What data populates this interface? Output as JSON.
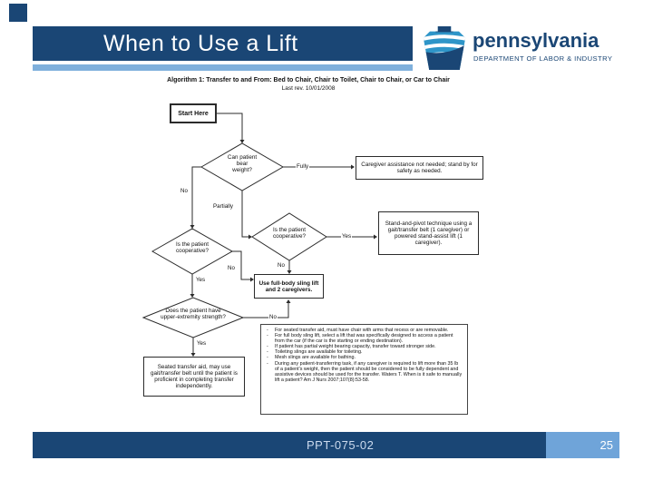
{
  "slide": {
    "title": "When to Use a Lift",
    "footer_code": "PPT-075-02",
    "page_number": "25"
  },
  "logo": {
    "brand": "pennsylvania",
    "department": "DEPARTMENT OF LABOR & INDUSTRY"
  },
  "colors": {
    "navy": "#1A4675",
    "stripe_blue": "#7FB0DC",
    "page_blue": "#6FA4D9"
  },
  "flowchart": {
    "title": "Algorithm 1: Transfer to and From: Bed to Chair, Chair to Toilet, Chair to Chair, or Car to Chair",
    "revision": "Last rev. 10/01/2008",
    "start_label": "Start Here",
    "decisions": {
      "bear_weight": "Can patient bear weight?",
      "cooperative_mid": "Is the patient cooperative?",
      "cooperative_left": "Is the patient cooperative?",
      "upper_extremity": "Does the patient have upper-extremity strength?"
    },
    "outcomes": {
      "no_assist": "Caregiver assistance not needed; stand by for safety as needed.",
      "stand_pivot": "Stand-and-pivot technique using a gait/transfer belt (1 caregiver) or powered stand-assist lift (1 caregiver).",
      "sling_lift": "Use full-body sling lift and 2 caregivers.",
      "seated_aid": "Seated transfer aid, may use gait/transfer belt until the patient is proficient in completing transfer independently."
    },
    "labels": {
      "fully": "Fully",
      "partially": "Partially",
      "yes": "Yes",
      "no": "No"
    },
    "notes": [
      "For seated transfer aid, must have chair with arms that recess or are removable.",
      "For full body sling lift, select a lift that was specifically designed to access a patient from the car (if the car is the starting or ending destination).",
      "If patient has partial weight bearing capacity, transfer toward stronger side.",
      "Toileting slings are available for toileting.",
      "Mesh slings are available for bathing.",
      "During any patient-transferring task, if any caregiver is required to lift more than 35 lb of a patient's weight, then the patient should be considered to be fully dependent and assistive devices should be used for the transfer. Waters T. When is it safe to manually lift a patient? Am J Nurs 2007;107(8):53-58."
    ]
  }
}
